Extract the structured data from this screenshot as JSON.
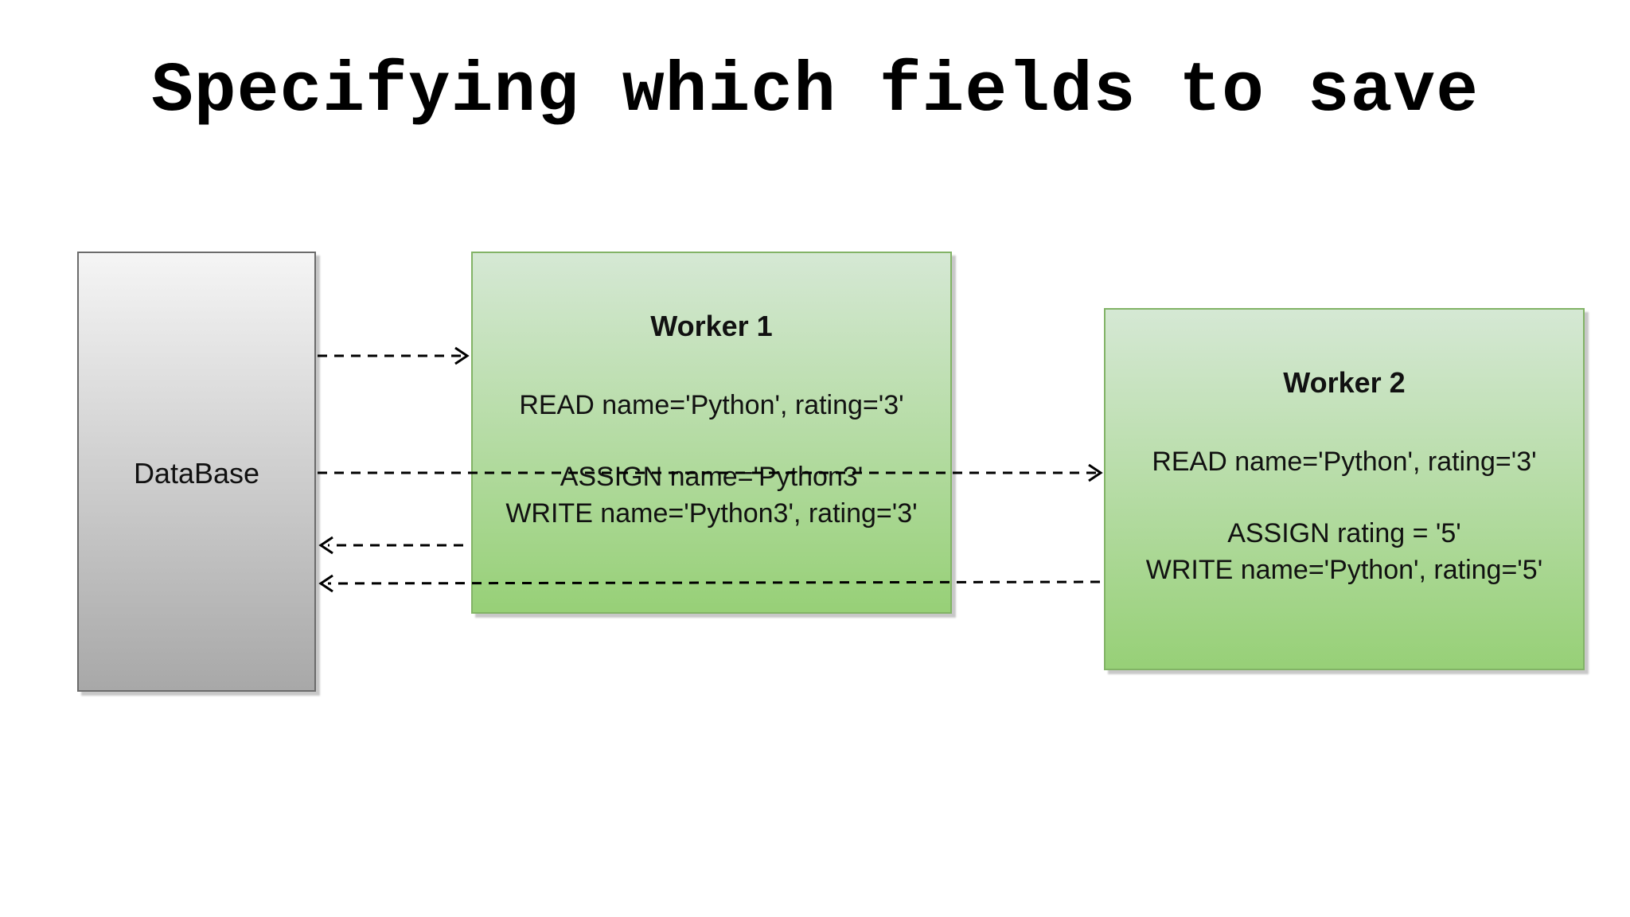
{
  "title": "Specifying which fields to save",
  "database": {
    "label": "DataBase"
  },
  "worker1": {
    "title": "Worker 1",
    "read": "READ name='Python', rating='3'",
    "assign": "ASSIGN name='Python3'",
    "write": "WRITE name='Python3', rating='3'"
  },
  "worker2": {
    "title": "Worker 2",
    "read": "READ name='Python', rating='3'",
    "assign": "ASSIGN rating = '5'",
    "write": "WRITE name='Python', rating='5'"
  },
  "colors": {
    "worker_fill_top": "#d5e8d4",
    "worker_fill_bottom": "#97d077",
    "worker_border": "#82b366",
    "database_fill_top": "#f5f5f5",
    "database_fill_bottom": "#a8a8a8",
    "arrow": "#000000"
  }
}
